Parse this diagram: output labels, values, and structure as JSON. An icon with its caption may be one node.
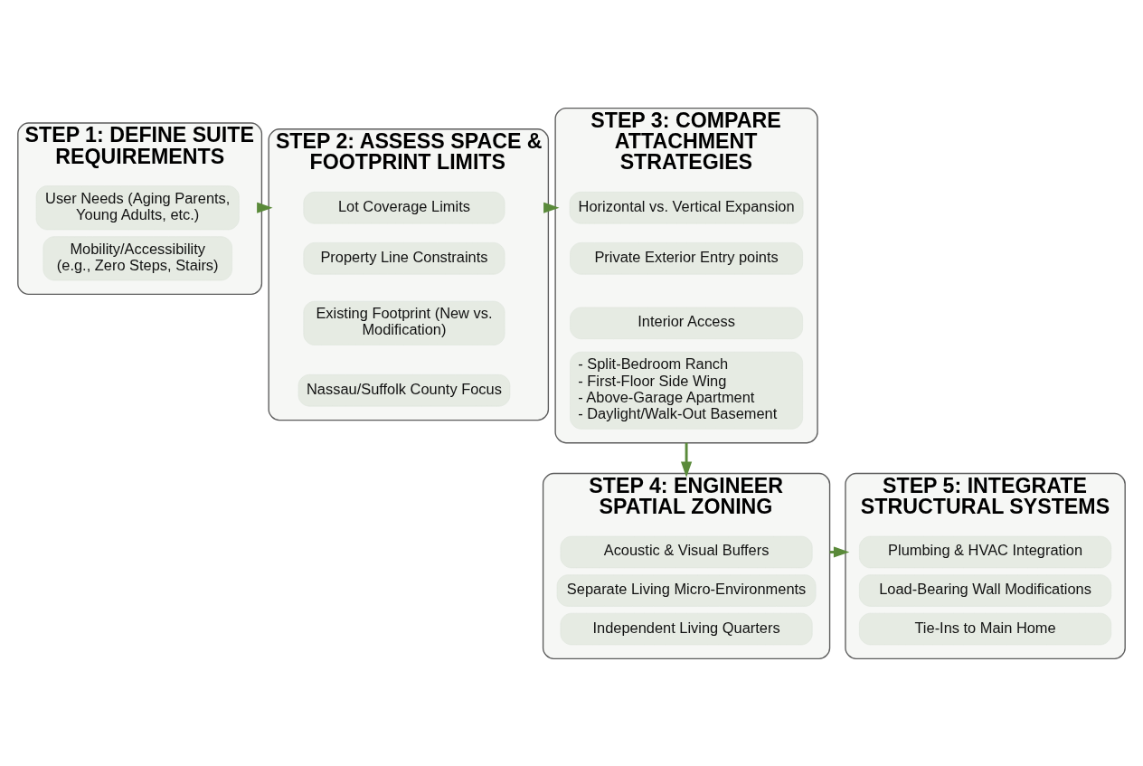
{
  "diagram": {
    "nodes": [
      {
        "text": [
          "STEP 1: DEFINE SUITE REQUIREMENTS"
        ]
      },
      {
        "text": [
          "User Needs (Aging Parents, Young Adults, etc.)"
        ],
        "in": 0
      },
      {
        "text": [
          "Mobility/Accessibility (e.g., Zero Steps, Stairs)"
        ],
        "in": 0
      },
      {
        "text": [
          "STEP 2: ASSESS SPACE & FOOTPRINT LIMITS"
        ]
      },
      {
        "text": [
          "Lot Coverage Limits"
        ],
        "in": 3
      },
      {
        "text": [
          "Property Line Constraints"
        ],
        "in": 3
      },
      {
        "text": [
          "Existing Footprint (New vs. Modification)"
        ],
        "in": 3
      },
      {
        "text": [
          "Nassau/Suffolk County Focus"
        ],
        "in": 3
      },
      {
        "text": [
          "STEP 3: COMPARE ATTACHMENT STRATEGIES"
        ]
      },
      {
        "text": [
          "Horizontal vs. Vertical Expansion"
        ],
        "in": 8
      },
      {
        "text": [
          "Private Exterior Entry points"
        ],
        "in": 8
      },
      {
        "text": [
          "Interior Access"
        ],
        "in": 8
      },
      {
        "text": [
          "- Split-Bedroom Ranch",
          "- First-Floor Side Wing",
          "- Above-Garage Apartment",
          "- Daylight/Walk-Out Basement"
        ],
        "in": 8
      },
      {
        "text": [
          "STEP 4: ENGINEER SPATIAL ZONING"
        ]
      },
      {
        "text": [
          "Acoustic & Visual Buffers"
        ],
        "in": 13
      },
      {
        "text": [
          "Separate Living Micro-Environments"
        ],
        "in": 13
      },
      {
        "text": [
          "Independent Living Quarters"
        ],
        "in": 13
      },
      {
        "text": [
          "STEP 5: INTEGRATE STRUCTURAL SYSTEMS"
        ]
      },
      {
        "text": [
          "Plumbing & HVAC Integration"
        ],
        "in": 17
      },
      {
        "text": [
          "Load-Bearing Wall Modifications"
        ],
        "in": 17
      },
      {
        "text": [
          "Tie-Ins to Main Home"
        ],
        "in": 17
      }
    ],
    "edges": [
      {
        "from": 0,
        "to": 3,
        "arrow": "to"
      },
      {
        "from": 3,
        "to": 8,
        "arrow": "to"
      },
      {
        "from": 8,
        "to": 13,
        "arrow": "to"
      },
      {
        "from": 13,
        "to": 17,
        "arrow": "to"
      }
    ]
  }
}
